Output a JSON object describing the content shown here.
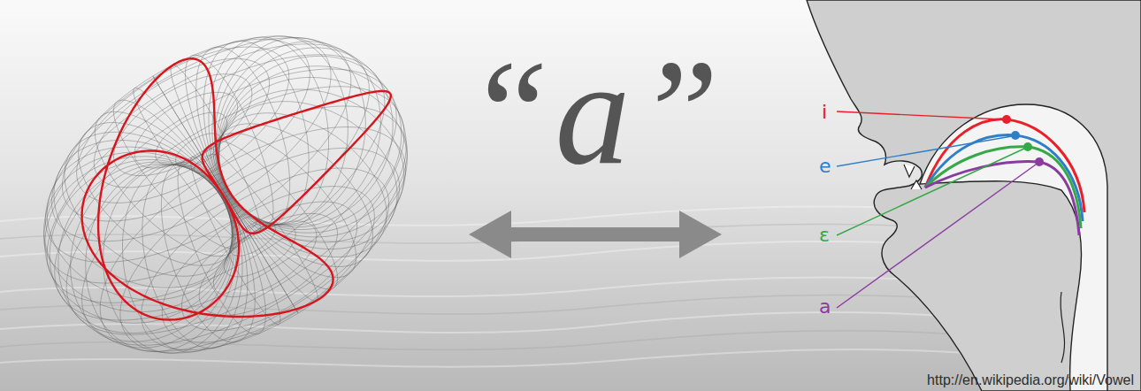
{
  "diagram": {
    "labels": [
      "“a”",
      "i",
      "e",
      "ɛ",
      "a",
      "http://en.wikipedia.org/wiki/Vowel"
    ]
  }
}
